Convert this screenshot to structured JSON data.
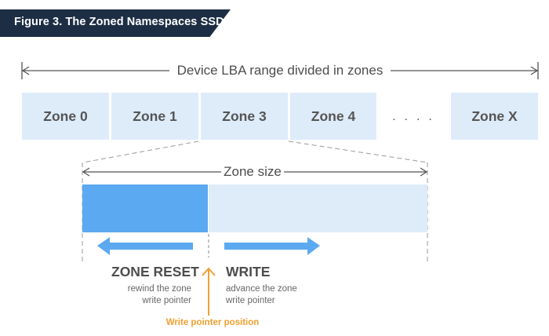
{
  "figure": {
    "title": "Figure 3. The Zoned Namespaces SSD"
  },
  "device_range": {
    "label": "Device LBA range divided in zones"
  },
  "zones": [
    "Zone 0",
    "Zone 1",
    "Zone 3",
    "Zone 4",
    "Zone X"
  ],
  "ellipsis": ". . . .",
  "zone_detail": {
    "size_label": "Zone size"
  },
  "operations": {
    "reset": {
      "title": "ZONE RESET",
      "description_line1": "rewind the zone",
      "description_line2": "write pointer"
    },
    "write": {
      "title": "WRITE",
      "description_line1": "advance the zone",
      "description_line2": "write pointer"
    }
  },
  "write_pointer": {
    "label": "Write pointer position"
  },
  "colors": {
    "banner": "#1d2e44",
    "zone_fill": "#deecfa",
    "written_region": "#5ba9f0",
    "arrow": "#5ba9f0",
    "write_pointer": "#f0a030",
    "text": "#4d4d4d"
  }
}
